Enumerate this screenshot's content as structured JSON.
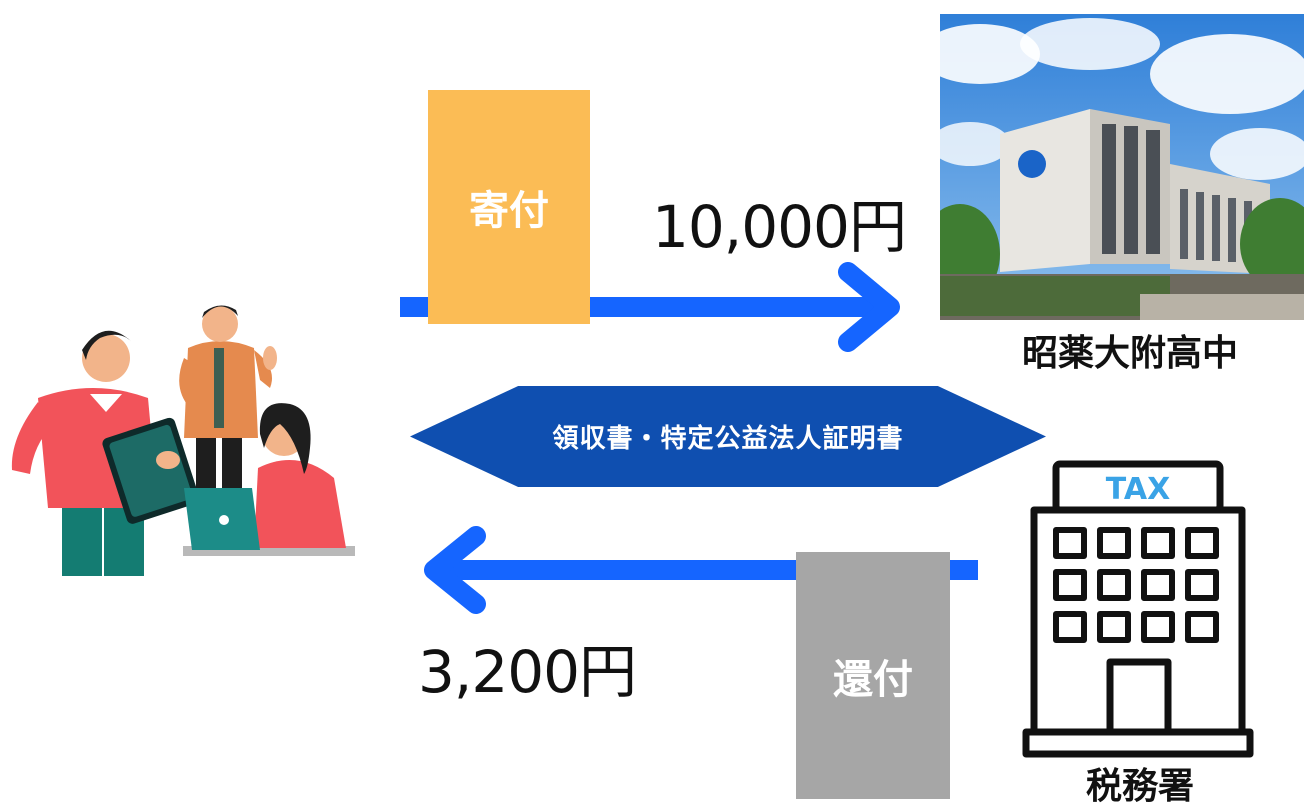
{
  "colors": {
    "arrow": "#1565ff",
    "donation_box": "#fbbc55",
    "refund_box": "#a6a6a6",
    "hexagon": "#0f4fb0",
    "tax_text": "#3aa3e6"
  },
  "donation": {
    "label": "寄付",
    "amount": "10,000円"
  },
  "refund": {
    "label": "還付",
    "amount": "3,200円"
  },
  "document": {
    "label": "領収書・特定公益法人証明書"
  },
  "school": {
    "name": "昭薬大附高中"
  },
  "tax_office": {
    "name": "税務署",
    "sign": "TAX"
  }
}
